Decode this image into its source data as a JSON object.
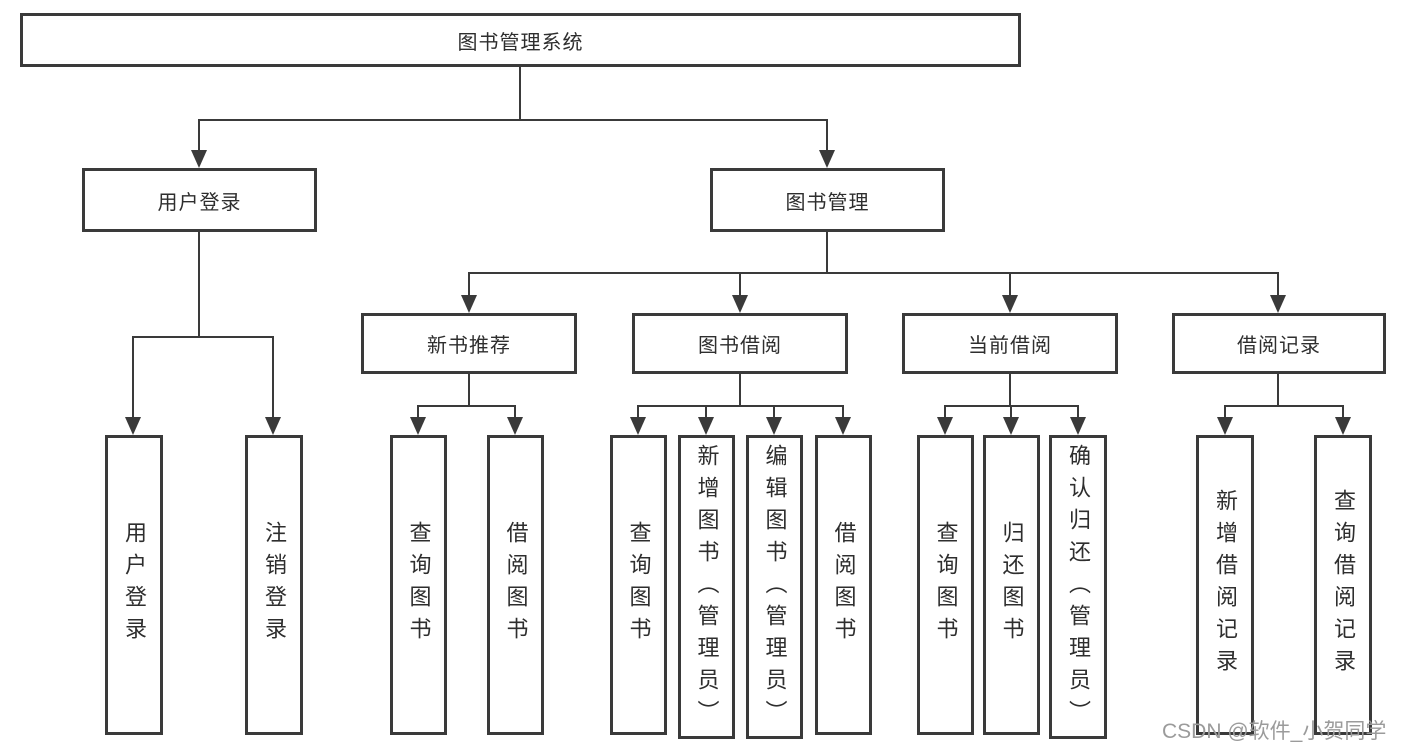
{
  "nodes": {
    "root": "图书管理系统",
    "user_login": "用户登录",
    "book_management": "图书管理",
    "new_book_recommend": "新书推荐",
    "book_borrow": "图书借阅",
    "current_borrow": "当前借阅",
    "borrow_records": "借阅记录",
    "ul_user_login": "用户登录",
    "ul_logout": "注销登录",
    "nb_query_book": "查询图书",
    "nb_borrow_book": "借阅图书",
    "bb_query_book": "查询图书",
    "bb_add_book": "新增图书（管理员）",
    "bb_edit_book": "编辑图书（管理员）",
    "bb_borrow_book": "借阅图书",
    "cb_query_book": "查询图书",
    "cb_return_book": "归还图书",
    "cb_confirm_return": "确认归还（管理员）",
    "br_add_record": "新增借阅记录",
    "br_query_record": "查询借阅记录"
  },
  "hierarchy": {
    "图书管理系统": {
      "用户登录": [
        "用户登录",
        "注销登录"
      ],
      "图书管理": {
        "新书推荐": [
          "查询图书",
          "借阅图书"
        ],
        "图书借阅": [
          "查询图书",
          "新增图书（管理员）",
          "编辑图书（管理员）",
          "借阅图书"
        ],
        "当前借阅": [
          "查询图书",
          "归还图书",
          "确认归还（管理员）"
        ],
        "借阅记录": [
          "新增借阅记录",
          "查询借阅记录"
        ]
      }
    }
  },
  "watermark": "CSDN @软件_小贺同学",
  "colors": {
    "line": "#3a3a3a",
    "text": "#2e2e2e",
    "watermark": "#9b9b9b",
    "background": "#ffffff"
  }
}
